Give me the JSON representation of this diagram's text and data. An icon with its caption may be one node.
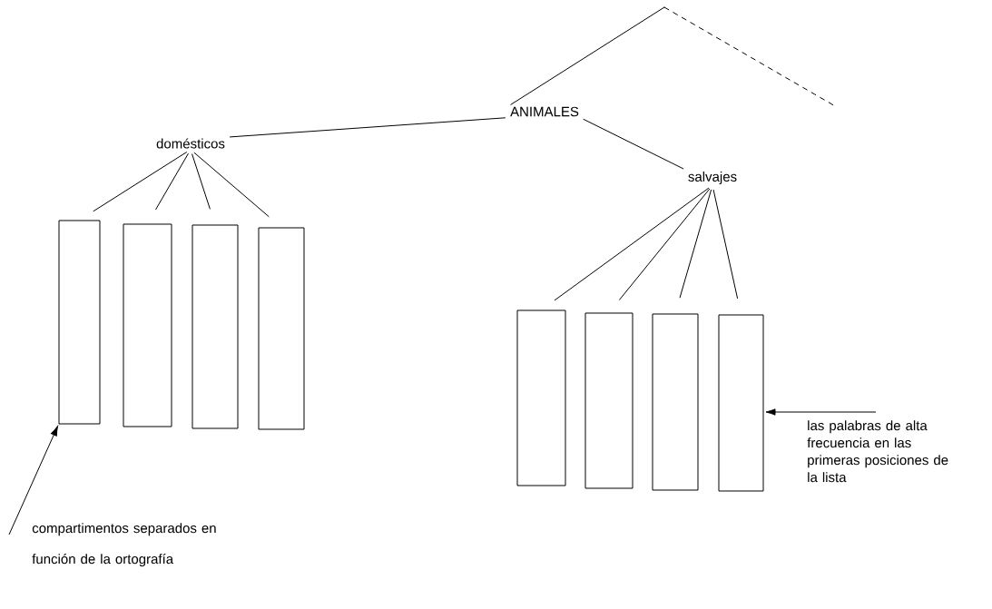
{
  "diagram": {
    "nodes": [
      {
        "text": [],
        "shape": "vertex"
      },
      {
        "text": [
          "ANIMALES"
        ]
      },
      {
        "text": [
          "domésticos"
        ]
      },
      {
        "text": [
          "salvajes"
        ]
      },
      {
        "text": [],
        "shape": "box"
      },
      {
        "text": [],
        "shape": "box"
      },
      {
        "text": [],
        "shape": "box"
      },
      {
        "text": [],
        "shape": "box"
      },
      {
        "text": [],
        "shape": "box"
      },
      {
        "text": [],
        "shape": "box"
      },
      {
        "text": [],
        "shape": "box"
      },
      {
        "text": [],
        "shape": "box"
      },
      {
        "text": [
          "las palabras de alta frecuencia en las primeras posiciones de la lista"
        ]
      },
      {
        "text": [
          "compartimentos separados en función de la ortografía"
        ]
      }
    ],
    "edges": [
      {
        "from": 0,
        "to": 1,
        "arrow": "none"
      },
      {
        "from": 0,
        "to": null,
        "arrow": "none",
        "style": "dashed"
      },
      {
        "from": 1,
        "to": 2,
        "arrow": "none"
      },
      {
        "from": 1,
        "to": 3,
        "arrow": "none"
      },
      {
        "from": 2,
        "to": 4,
        "arrow": "none"
      },
      {
        "from": 2,
        "to": 5,
        "arrow": "none"
      },
      {
        "from": 2,
        "to": 6,
        "arrow": "none"
      },
      {
        "from": 2,
        "to": 7,
        "arrow": "none"
      },
      {
        "from": 3,
        "to": 8,
        "arrow": "none"
      },
      {
        "from": 3,
        "to": 9,
        "arrow": "none"
      },
      {
        "from": 3,
        "to": 10,
        "arrow": "none"
      },
      {
        "from": 3,
        "to": 11,
        "arrow": "none"
      },
      {
        "from": 12,
        "to": 11,
        "arrow": "to"
      },
      {
        "from": 13,
        "to": 4,
        "arrow": "to"
      }
    ]
  }
}
